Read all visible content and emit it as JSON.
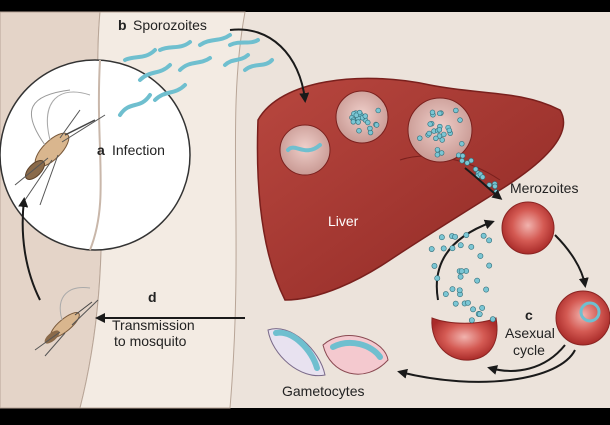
{
  "labels": {
    "sporozoites": "Sporozoites",
    "infection": "Infection",
    "liver": "Liver",
    "merozoites": "Merozoites",
    "asexual_line1": "Asexual",
    "asexual_line2": "cycle",
    "gametocytes": "Gametocytes",
    "transmission_line1": "Transmission",
    "transmission_line2": "to mosquito"
  },
  "stage_letters": {
    "a": "a",
    "b": "b",
    "c": "c",
    "d": "d"
  },
  "colors": {
    "background": "#ece3db",
    "skin": "#d9c9bd",
    "liver_dark": "#9c2f2a",
    "liver_light": "#b94a40",
    "rbc": "#c4433f",
    "parasite": "#7bc6d4",
    "arrow": "#1a1a1a"
  }
}
